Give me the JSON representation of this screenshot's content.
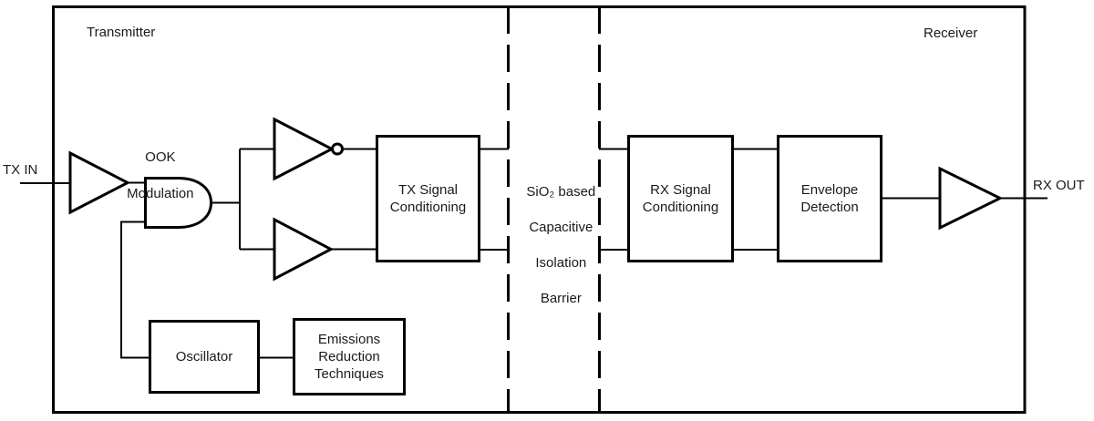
{
  "regions": {
    "left_title": "Transmitter",
    "right_title": "Receiver"
  },
  "ports": {
    "input_label": "TX IN",
    "output_label": "RX OUT"
  },
  "annotations": {
    "ook_modulation": {
      "lines": [
        "OOK",
        "Modulation"
      ]
    },
    "isolation_barrier": {
      "lines": [
        "SiO₂ based",
        "Capacitive",
        "Isolation",
        "Barrier"
      ]
    }
  },
  "blocks": {
    "tx_signal_conditioning": {
      "lines": [
        "TX Signal",
        "Conditioning"
      ]
    },
    "rx_signal_conditioning": {
      "lines": [
        "RX Signal",
        "Conditioning"
      ]
    },
    "envelope_detection": {
      "lines": [
        "Envelope",
        "Detection"
      ]
    },
    "oscillator": {
      "lines": [
        "Oscillator"
      ]
    },
    "emissions_reduction": {
      "lines": [
        "Emissions",
        "Reduction",
        "Techniques"
      ]
    }
  },
  "gates": {
    "input_buffer": "buffer",
    "modulator": "AND gate",
    "top_driver": "inverter",
    "bottom_driver": "buffer",
    "output_buffer": "buffer"
  },
  "colors": {
    "line": "#000000",
    "text": "#1a1a1a",
    "background": "#ffffff"
  }
}
